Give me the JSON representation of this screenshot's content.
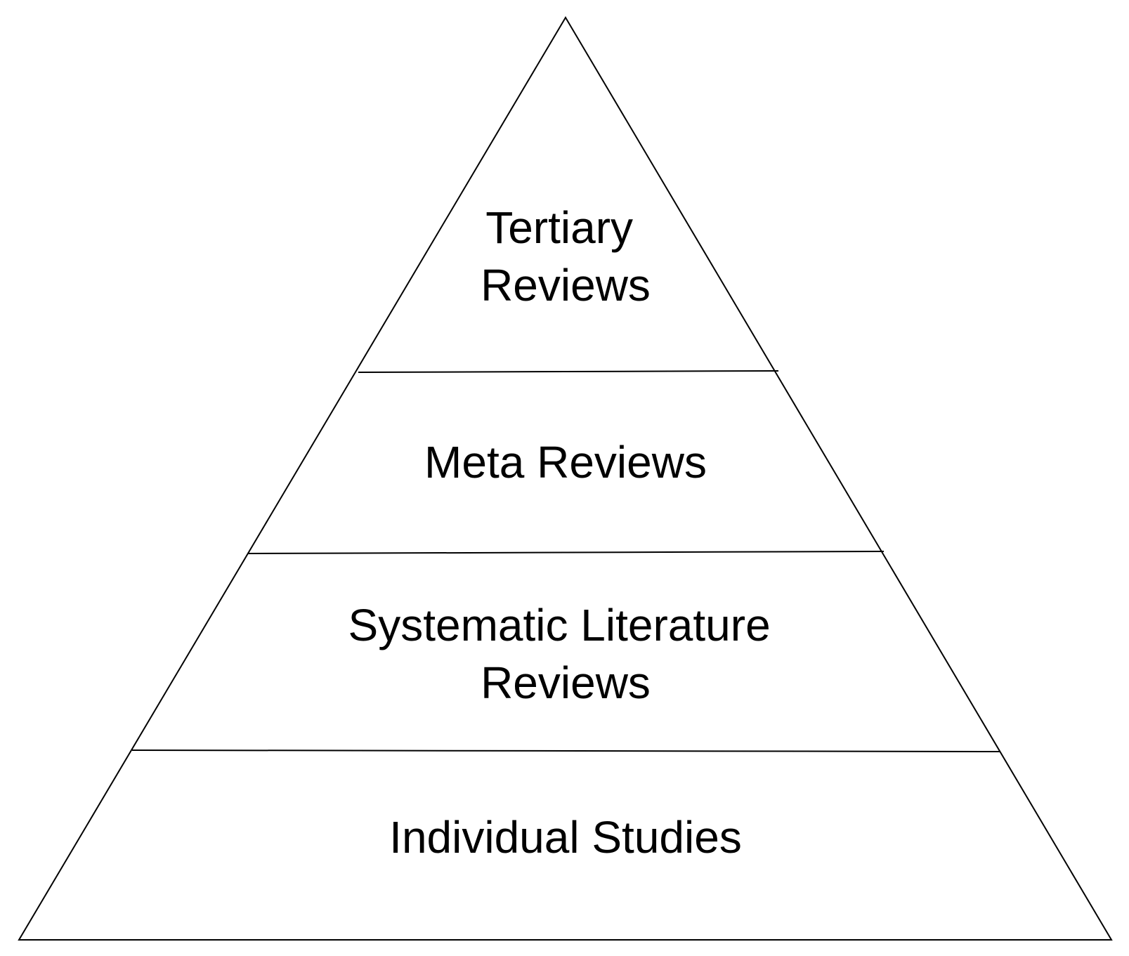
{
  "pyramid": {
    "tiers": [
      {
        "lines": [
          "Tertiary",
          "Reviews"
        ]
      },
      {
        "lines": [
          "Meta Reviews"
        ]
      },
      {
        "lines": [
          "Systematic Literature",
          "Reviews"
        ]
      },
      {
        "lines": [
          "Individual Studies"
        ]
      }
    ]
  }
}
